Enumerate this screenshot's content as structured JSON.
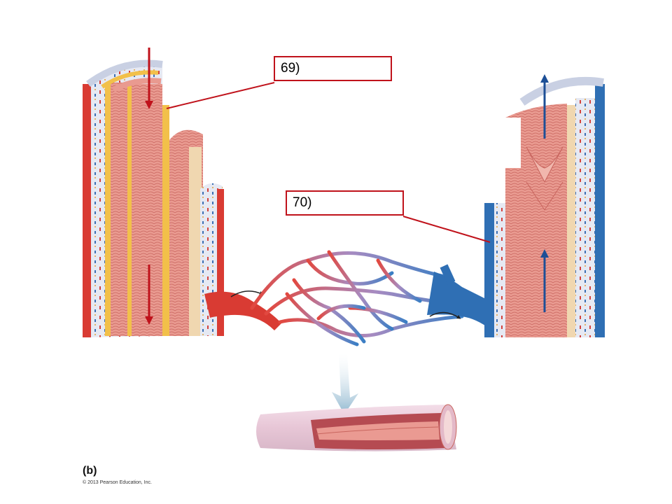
{
  "labels": {
    "artery_layer": "69)",
    "vein_layer": "70)"
  },
  "panel_letter": "(b)",
  "credit": "© 2013 Pearson Education, Inc.",
  "colors": {
    "artery": "#d93b33",
    "vein": "#2f6fb4",
    "tissue": "#e8938a",
    "elastic": "#f2c04a",
    "connective": "#dfe3ef",
    "label_border": "#c0121b"
  }
}
